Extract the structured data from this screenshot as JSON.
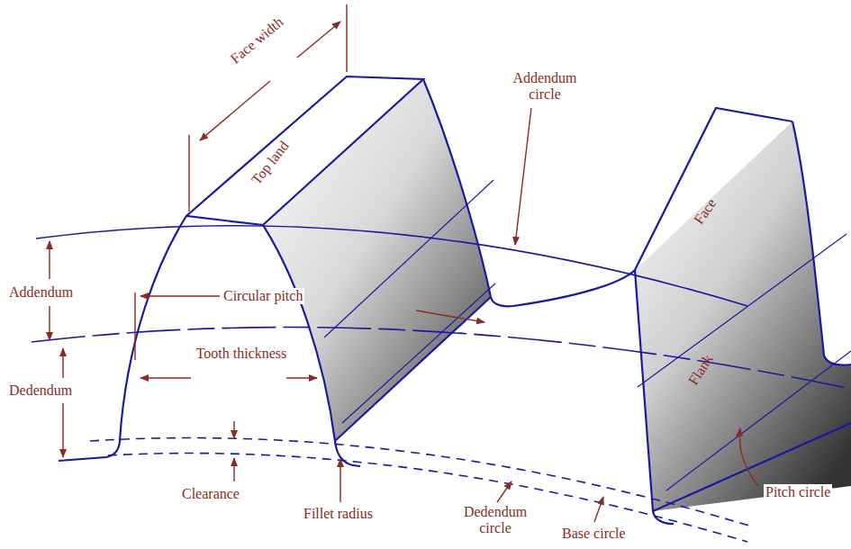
{
  "diagram": {
    "labels": [
      "Face width",
      "Top land",
      "Addendum circle",
      "Face",
      "Addendum",
      "Circular pitch",
      "Tooth thickness",
      "Dedendum",
      "Flank",
      "Clearance",
      "Fillet radius",
      "Dedendum circle",
      "Base circle",
      "Pitch circle"
    ]
  }
}
